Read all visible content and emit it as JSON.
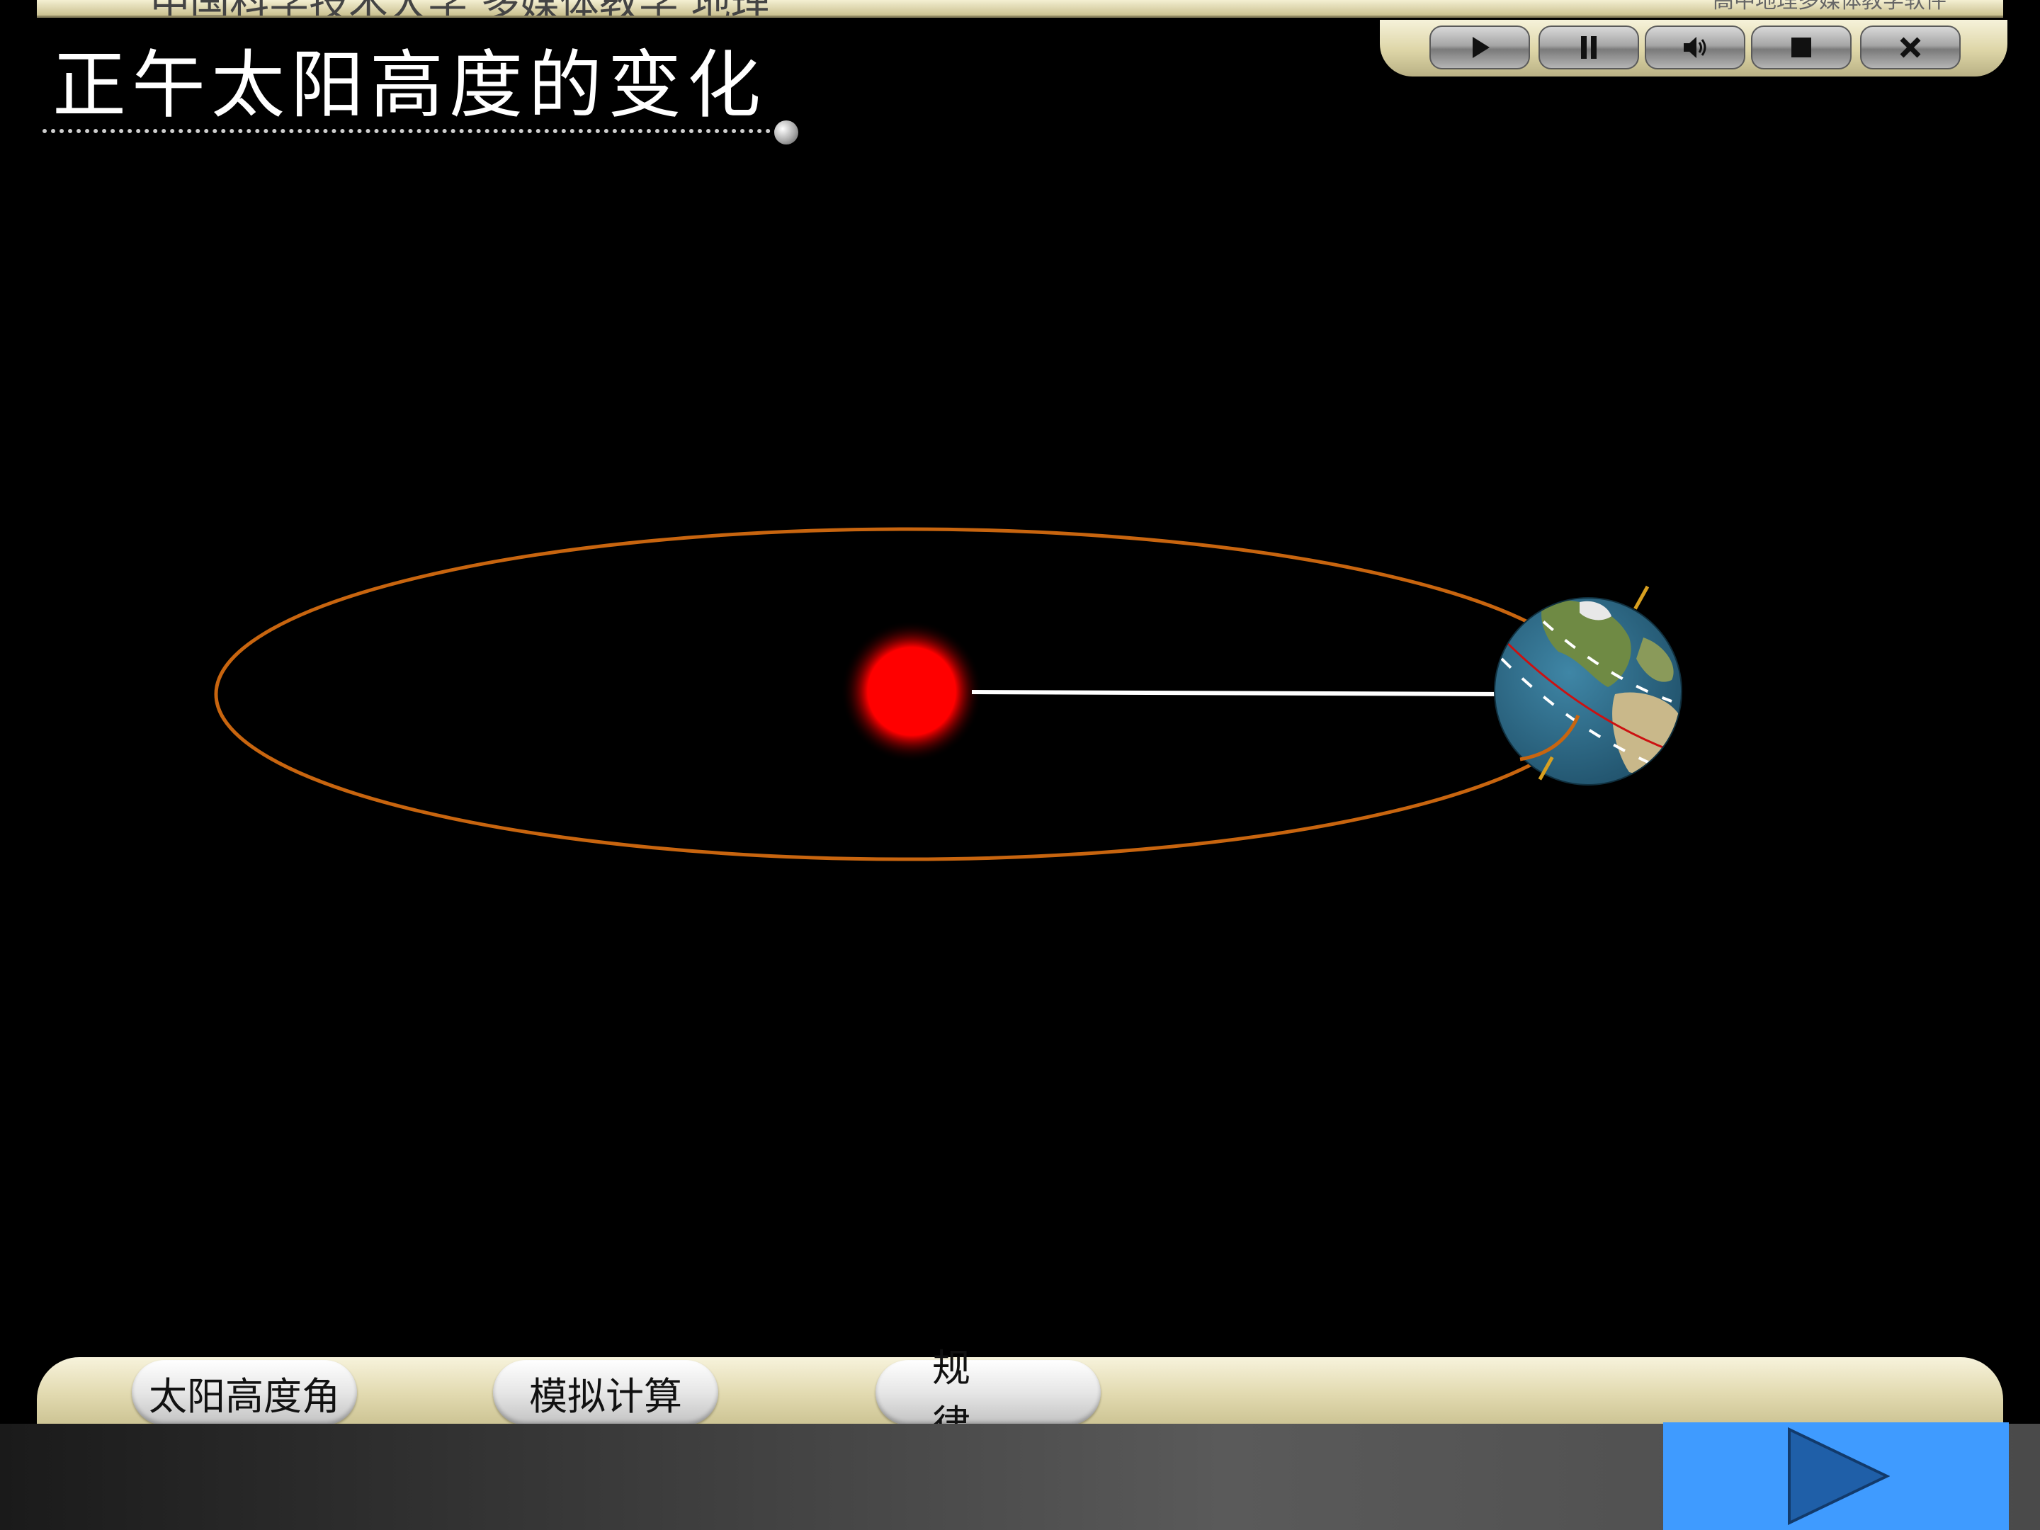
{
  "header": {
    "left_text": "中国科学技术大学 多媒体教学 地理",
    "right_text": "高中地理多媒体教学软件"
  },
  "lesson": {
    "title": "正午太阳高度的变化"
  },
  "media_controls": [
    {
      "name": "play",
      "icon": "play-icon"
    },
    {
      "name": "pause",
      "icon": "pause-icon"
    },
    {
      "name": "sound",
      "icon": "speaker-icon"
    },
    {
      "name": "stop",
      "icon": "stop-icon"
    },
    {
      "name": "close",
      "icon": "close-icon"
    }
  ],
  "tabs": [
    {
      "label": "太阳高度角"
    },
    {
      "label": "模拟计算"
    },
    {
      "label": "规律"
    }
  ],
  "scene": {
    "orbit_color": "#c8650f",
    "sun_color": "#ff0000",
    "sunray_color": "#ffffff",
    "earth_ocean_color": "#2f6d8c",
    "axis_color": "#d8a020",
    "latitude_line_color": "#cc1111"
  },
  "navigation": {
    "next_icon": "next-arrow-icon",
    "accent": "#3f9bff"
  }
}
